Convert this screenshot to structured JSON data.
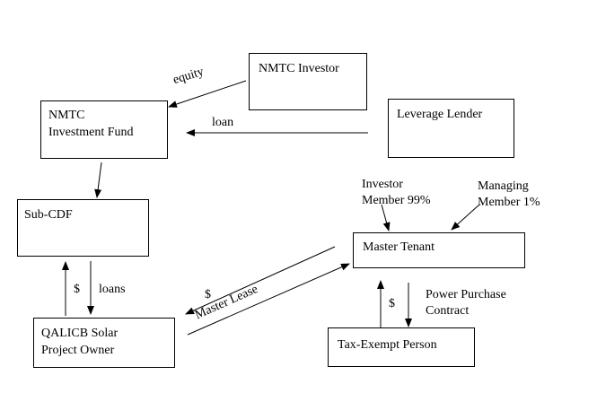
{
  "boxes": {
    "nmtc_investor": "NMTC Investor",
    "nmtc_fund": {
      "line1": "NMTC",
      "line2": "Investment Fund"
    },
    "leverage_lender": "Leverage Lender",
    "sub_cdf": "Sub-CDF",
    "master_tenant": "Master Tenant",
    "qalicb": {
      "line1": "QALICB Solar",
      "line2": "Project Owner"
    },
    "tax_exempt": "Tax-Exempt Person"
  },
  "labels": {
    "equity": "equity",
    "loan": "loan",
    "dollar_left": "$",
    "loans": "loans",
    "investor_member": {
      "line1": "Investor",
      "line2": "Member 99%"
    },
    "managing_member": {
      "line1": "Managing",
      "line2": "Member 1%"
    },
    "lease_dollar": "$",
    "master_lease": "Master Lease",
    "dollar_right": "$",
    "ppa": {
      "line1": "Power Purchase",
      "line2": "Contract"
    }
  }
}
